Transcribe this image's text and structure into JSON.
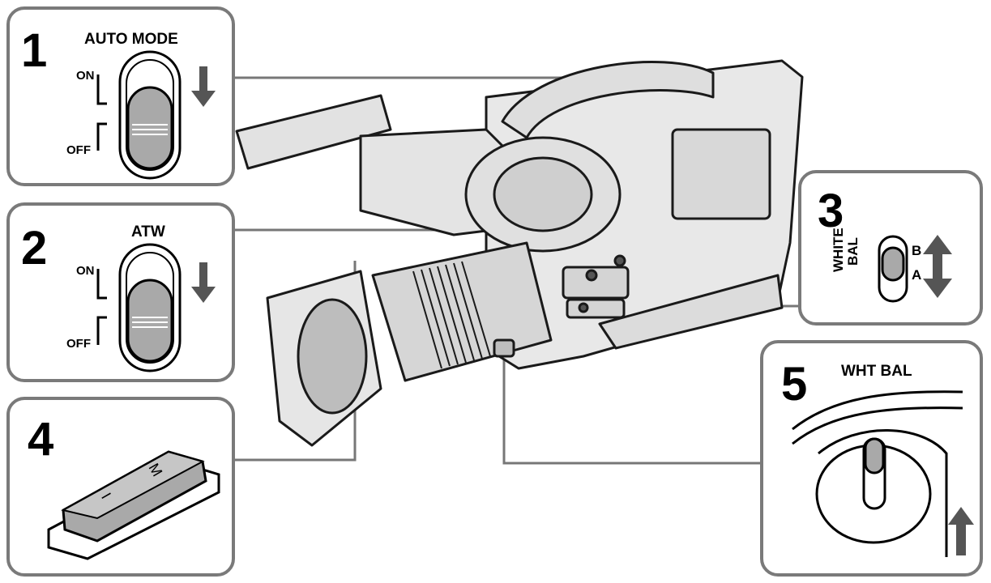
{
  "panels": {
    "p1": {
      "number": "1",
      "title": "AUTO MODE",
      "on": "ON",
      "off": "OFF"
    },
    "p2": {
      "number": "2",
      "title": "ATW",
      "on": "ON",
      "off": "OFF"
    },
    "p3": {
      "number": "3",
      "label_line1": "WHITE",
      "label_line2": "BAL",
      "b": "B",
      "a": "A"
    },
    "p4": {
      "number": "4",
      "key_mark_1": "M",
      "key_mark_2": "I"
    },
    "p5": {
      "number": "5",
      "title": "WHT BAL"
    }
  },
  "colors": {
    "panel_border": "#7a7a7a",
    "ink": "#000000",
    "shade": "#a9a9a9"
  }
}
